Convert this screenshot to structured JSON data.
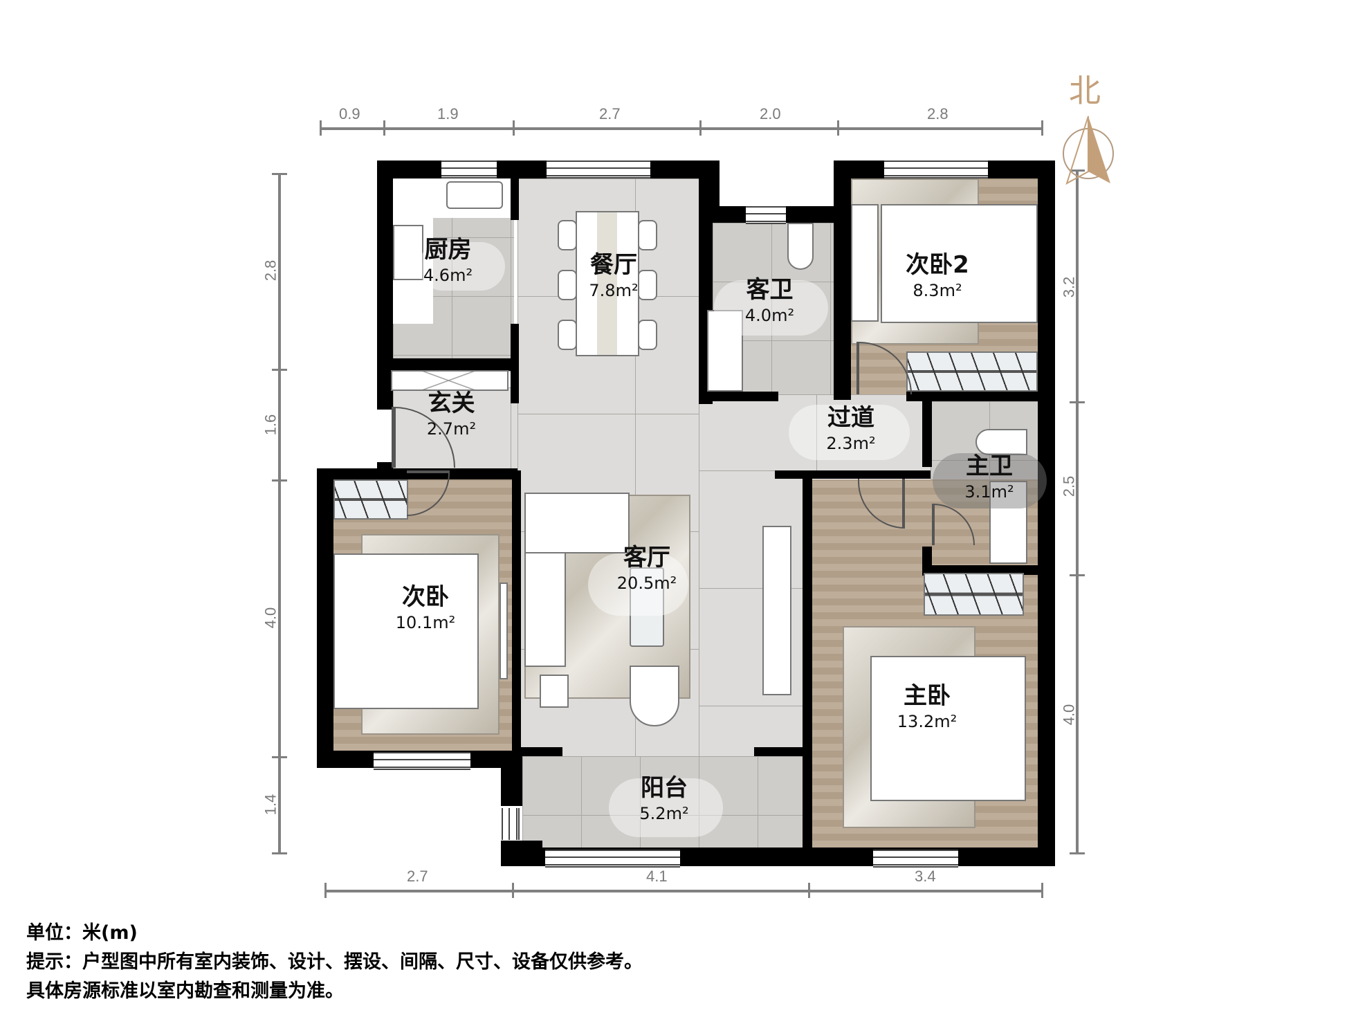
{
  "compass": {
    "label": "北",
    "color": "#c4a07a"
  },
  "dimensions": {
    "top": [
      "0.9",
      "1.9",
      "2.7",
      "2.0",
      "2.8"
    ],
    "bottom": [
      "2.7",
      "4.1",
      "3.4"
    ],
    "left": [
      "2.8",
      "1.6",
      "4.0",
      "1.4"
    ],
    "right": [
      "3.2",
      "2.5",
      "4.0"
    ]
  },
  "rooms": {
    "kitchen": {
      "name": "厨房",
      "area": "4.6m²"
    },
    "dining": {
      "name": "餐厅",
      "area": "7.8m²"
    },
    "guest_bath": {
      "name": "客卫",
      "area": "4.0m²"
    },
    "bedroom2": {
      "name": "次卧2",
      "area": "8.3m²"
    },
    "foyer": {
      "name": "玄关",
      "area": "2.7m²"
    },
    "hallway": {
      "name": "过道",
      "area": "2.3m²"
    },
    "master_bath": {
      "name": "主卫",
      "area": "3.1m²"
    },
    "secondary_bedroom": {
      "name": "次卧",
      "area": "10.1m²"
    },
    "living_room": {
      "name": "客厅",
      "area": "20.5m²"
    },
    "master_bedroom": {
      "name": "主卧",
      "area": "13.2m²"
    },
    "balcony": {
      "name": "阳台",
      "area": "5.2m²"
    }
  },
  "notes": {
    "unit": "单位：米(m)",
    "disclaimer": "提示：户型图中所有室内装饰、设计、摆设、间隔、尺寸、设备仅供参考。",
    "standard": "具体房源标准以室内勘查和测量为准。"
  },
  "colors": {
    "wall": "#000000",
    "dimension": "#808080",
    "wood_floor": "#b9a690",
    "tile_floor": "#d9d8d5"
  }
}
